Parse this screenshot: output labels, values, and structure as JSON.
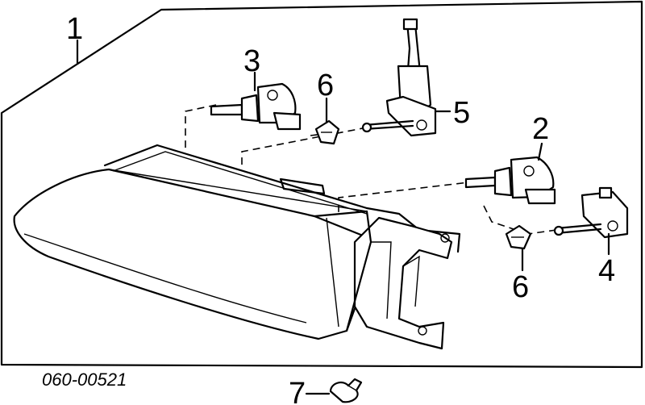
{
  "diagram": {
    "callouts": [
      {
        "id": "headlamp-assembly",
        "label": "1"
      },
      {
        "id": "bulb-right",
        "label": "2"
      },
      {
        "id": "bulb-left",
        "label": "3"
      },
      {
        "id": "adjuster-lower",
        "label": "4"
      },
      {
        "id": "adjuster-upper",
        "label": "5"
      },
      {
        "id": "clip-upper",
        "label": "6"
      },
      {
        "id": "clip-lower",
        "label": "6"
      },
      {
        "id": "screw",
        "label": "7"
      }
    ],
    "part_code": "060-00521"
  }
}
